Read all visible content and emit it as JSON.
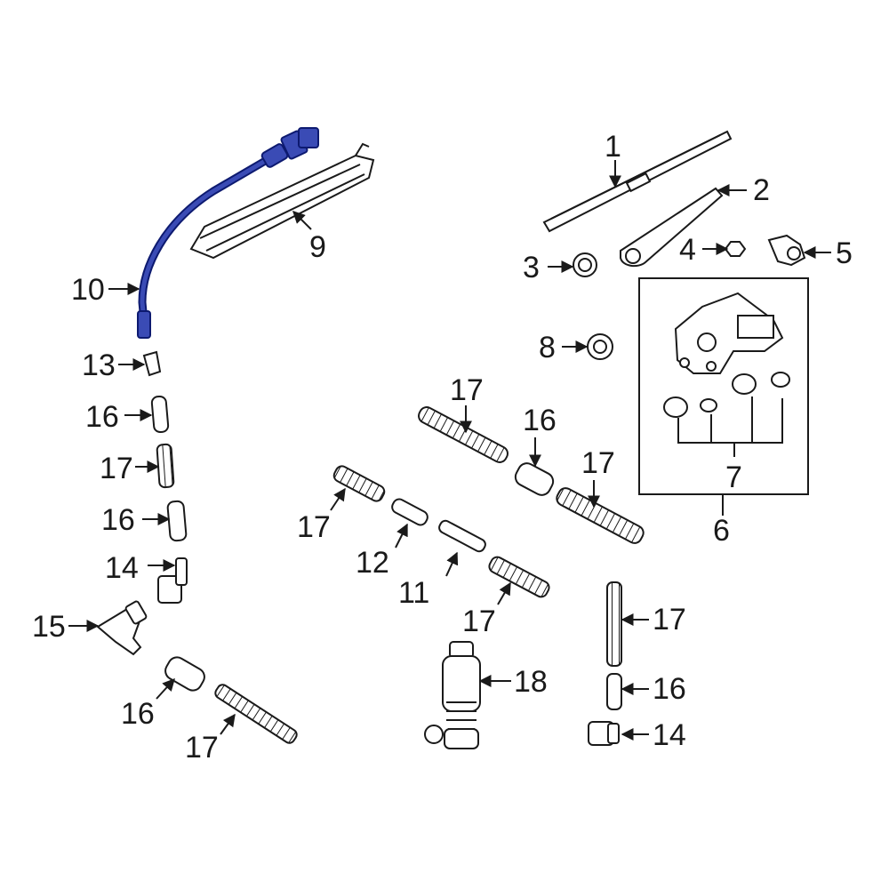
{
  "diagram": {
    "accent_color": "#3a4bb5",
    "labels": {
      "p1": "1",
      "p2": "2",
      "p3": "3",
      "p4": "4",
      "p5": "5",
      "p6": "6",
      "p7": "7",
      "p8": "8",
      "p9": "9",
      "p10": "10",
      "p11": "11",
      "p12": "12",
      "p13": "13",
      "p14a": "14",
      "p14b": "14",
      "p15": "15",
      "p16a": "16",
      "p16b": "16",
      "p16c": "16",
      "p16d": "16",
      "p16e": "16",
      "p17a": "17",
      "p17b": "17",
      "p17c": "17",
      "p17d": "17",
      "p17e": "17",
      "p17f": "17",
      "p17g": "17",
      "p18": "18"
    }
  }
}
